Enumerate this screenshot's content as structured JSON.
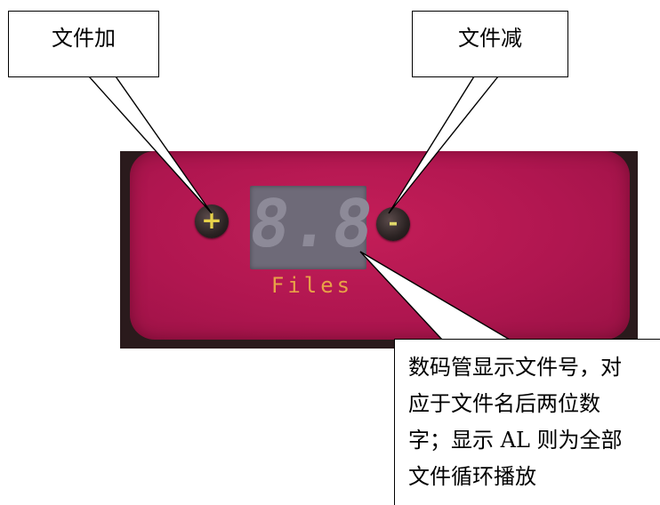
{
  "panel": {
    "display_digits": "8.8",
    "files_label": "Files",
    "plus_glyph": "+",
    "minus_glyph": "-"
  },
  "callouts": {
    "file_plus": "文件加",
    "file_minus": "文件减",
    "display_note_lines": [
      "数码管显示文件号，对",
      "应于文件名后两位数",
      "字；显示 AL 则为全部",
      "文件循环播放"
    ]
  },
  "colors": {
    "panel": "#b01650",
    "display": "#6e6a78",
    "files_label": "#e8a247",
    "plus": "#e8d24a"
  },
  "icons": [
    "plus-button-icon",
    "minus-button-icon"
  ]
}
